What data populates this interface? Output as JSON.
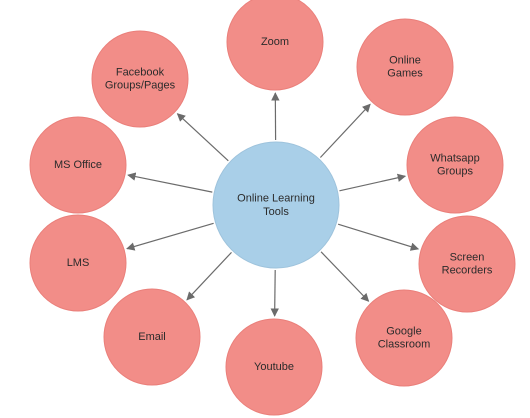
{
  "colors": {
    "center_fill": "#a9cfe8",
    "center_stroke": "#9ec3dc",
    "node_fill": "#f28d88",
    "node_stroke": "#ea7f7a",
    "arrow": "#6b6b6b",
    "text": "#2b2b2b"
  },
  "center": {
    "lines": [
      "Online Learning",
      "Tools"
    ]
  },
  "nodes": [
    {
      "id": "zoom",
      "lines": [
        "Zoom"
      ]
    },
    {
      "id": "online-games",
      "lines": [
        "Online",
        "Games"
      ]
    },
    {
      "id": "whatsapp-groups",
      "lines": [
        "Whatsapp",
        "Groups"
      ]
    },
    {
      "id": "screen-recorders",
      "lines": [
        "Screen",
        "Recorders"
      ]
    },
    {
      "id": "google-classroom",
      "lines": [
        "Google",
        "Classroom"
      ]
    },
    {
      "id": "youtube",
      "lines": [
        "Youtube"
      ]
    },
    {
      "id": "email",
      "lines": [
        "Email"
      ]
    },
    {
      "id": "lms",
      "lines": [
        "LMS"
      ]
    },
    {
      "id": "ms-office",
      "lines": [
        "MS Office"
      ]
    },
    {
      "id": "facebook-groups-pages",
      "lines": [
        "Facebook",
        "Groups/Pages"
      ]
    }
  ]
}
